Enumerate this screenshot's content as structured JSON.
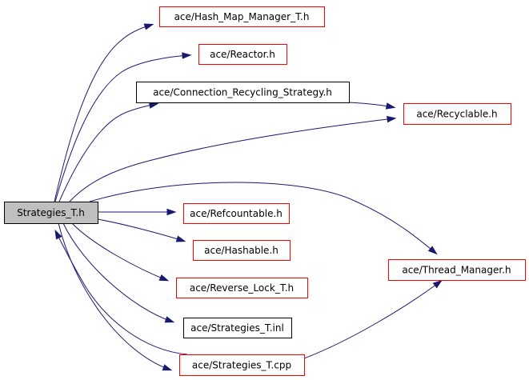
{
  "graph": {
    "root": {
      "id": "root",
      "label": "Strategies_T.h",
      "border": "#000000",
      "fill": "#bfbfbf"
    },
    "nodes": [
      {
        "id": "hash-map-manager",
        "label": "ace/Hash_Map_Manager_T.h",
        "border": "#ff0000",
        "fill": "#ffffff",
        "has_children_not_shown": true
      },
      {
        "id": "reactor",
        "label": "ace/Reactor.h",
        "border": "#ff0000",
        "fill": "#ffffff",
        "has_children_not_shown": true
      },
      {
        "id": "connection-recycling-strategy",
        "label": "ace/Connection_Recycling_Strategy.h",
        "border": "#000000",
        "fill": "#ffffff",
        "has_children_not_shown": false
      },
      {
        "id": "recyclable",
        "label": "ace/Recyclable.h",
        "border": "#ff0000",
        "fill": "#ffffff",
        "has_children_not_shown": true
      },
      {
        "id": "refcountable",
        "label": "ace/Refcountable.h",
        "border": "#ff0000",
        "fill": "#ffffff",
        "has_children_not_shown": true
      },
      {
        "id": "hashable",
        "label": "ace/Hashable.h",
        "border": "#ff0000",
        "fill": "#ffffff",
        "has_children_not_shown": true
      },
      {
        "id": "reverse-lock",
        "label": "ace/Reverse_Lock_T.h",
        "border": "#ff0000",
        "fill": "#ffffff",
        "has_children_not_shown": true
      },
      {
        "id": "strategies-inl",
        "label": "ace/Strategies_T.inl",
        "border": "#000000",
        "fill": "#ffffff",
        "has_children_not_shown": false
      },
      {
        "id": "strategies-cpp",
        "label": "ace/Strategies_T.cpp",
        "border": "#ff0000",
        "fill": "#ffffff",
        "has_children_not_shown": true
      },
      {
        "id": "thread-manager",
        "label": "ace/Thread_Manager.h",
        "border": "#ff0000",
        "fill": "#ffffff",
        "has_children_not_shown": true
      }
    ],
    "edges": [
      {
        "from": "root",
        "to": "hash-map-manager"
      },
      {
        "from": "root",
        "to": "reactor"
      },
      {
        "from": "root",
        "to": "connection-recycling-strategy"
      },
      {
        "from": "root",
        "to": "recyclable"
      },
      {
        "from": "root",
        "to": "refcountable"
      },
      {
        "from": "root",
        "to": "hashable"
      },
      {
        "from": "root",
        "to": "reverse-lock"
      },
      {
        "from": "root",
        "to": "strategies-inl"
      },
      {
        "from": "root",
        "to": "strategies-cpp"
      },
      {
        "from": "root",
        "to": "thread-manager"
      },
      {
        "from": "connection-recycling-strategy",
        "to": "recyclable"
      },
      {
        "from": "strategies-cpp",
        "to": "root"
      },
      {
        "from": "strategies-cpp",
        "to": "thread-manager"
      }
    ],
    "edge_color": "#191970"
  }
}
